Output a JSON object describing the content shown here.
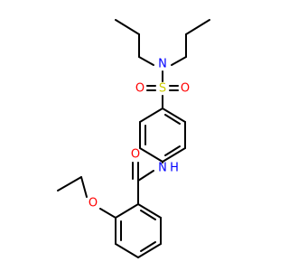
{
  "molecule": {
    "atoms": {
      "nitrogen_sulfonamide": "N",
      "sulfur": "S",
      "oxygen_sulfonyl_left": "O",
      "oxygen_sulfonyl_right": "O",
      "nitrogen_amide": "N",
      "hydrogen_amide": "H",
      "oxygen_carbonyl": "O",
      "oxygen_ether": "O"
    },
    "colors": {
      "bond": "#000000",
      "nitrogen": "#0000ff",
      "oxygen": "#ff0000",
      "sulfur": "#cccc00"
    }
  }
}
